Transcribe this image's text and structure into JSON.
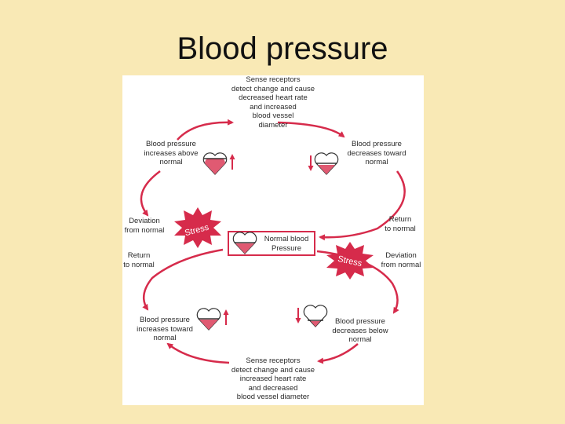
{
  "slide": {
    "title": "Blood pressure"
  },
  "diagram": {
    "top_receptors": "Sense receptors\ndetect change and cause\ndecreased heart rate\nand increased\nblood vessel\ndiameter",
    "bp_increases_above": "Blood pressure\nincreases above\nnormal",
    "bp_decreases_toward": "Blood pressure\ndecreases toward\nnormal",
    "deviation_left": "Deviation\nfrom normal",
    "return_right": "Return\nto normal",
    "normal_bp": "Normal blood\nPressure",
    "return_left": "Return\nto normal",
    "deviation_right": "Deviation\nfrom normal",
    "bp_increases_toward": "Blood pressure\nincreases toward\nnormal",
    "bp_decreases_below": "Blood pressure\ndecreases below\nnormal",
    "bottom_receptors": "Sense receptors\ndetect change and cause\nincreased heart rate\nand decreased\nblood vessel diameter",
    "stress_label": "Stress",
    "colors": {
      "accent": "#d62b4b",
      "background": "#f9e9b5"
    }
  }
}
